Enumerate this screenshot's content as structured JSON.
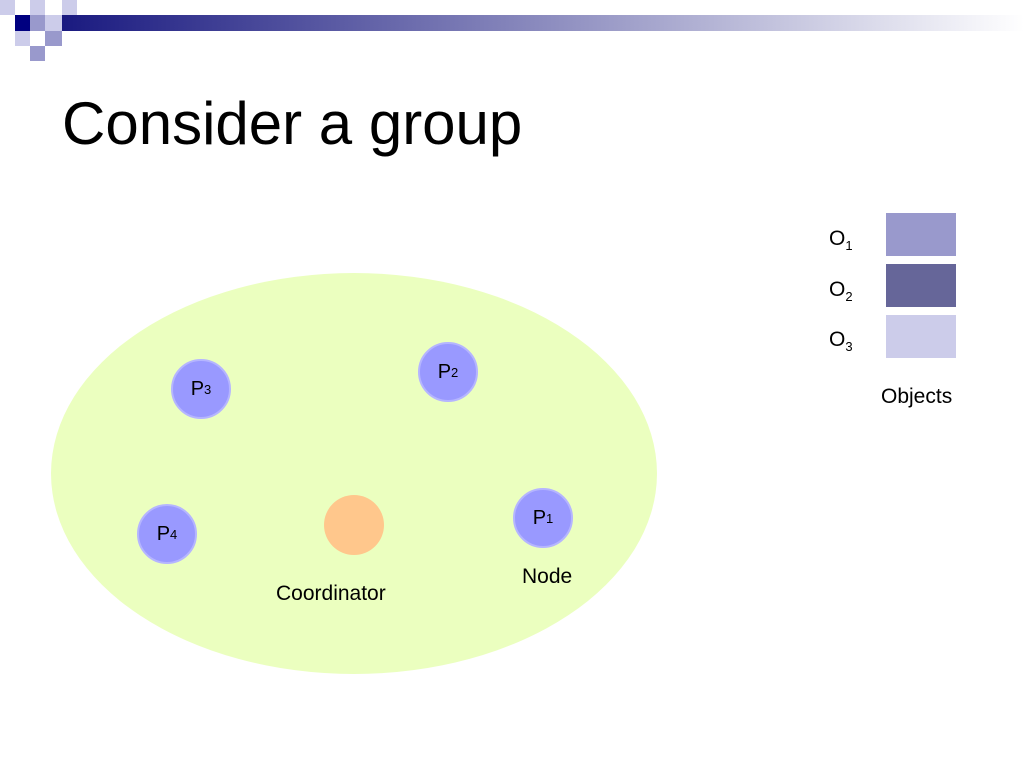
{
  "slide": {
    "title": "Consider a group"
  },
  "diagram": {
    "processes": [
      {
        "letter": "P",
        "index": "1"
      },
      {
        "letter": "P",
        "index": "2"
      },
      {
        "letter": "P",
        "index": "3"
      },
      {
        "letter": "P",
        "index": "4"
      }
    ],
    "coordinator_label": "Coordinator",
    "node_label": "Node",
    "objects": [
      {
        "letter": "O",
        "index": "1",
        "color": "#9999cc"
      },
      {
        "letter": "O",
        "index": "2",
        "color": "#666699"
      },
      {
        "letter": "O",
        "index": "3",
        "color": "#ccccea"
      }
    ],
    "objects_label": "Objects"
  },
  "colors": {
    "group_fill": "#ebffbf",
    "process_fill": "#9999ff",
    "coordinator_fill": "#ffc78c",
    "header_dark": "#000080"
  }
}
